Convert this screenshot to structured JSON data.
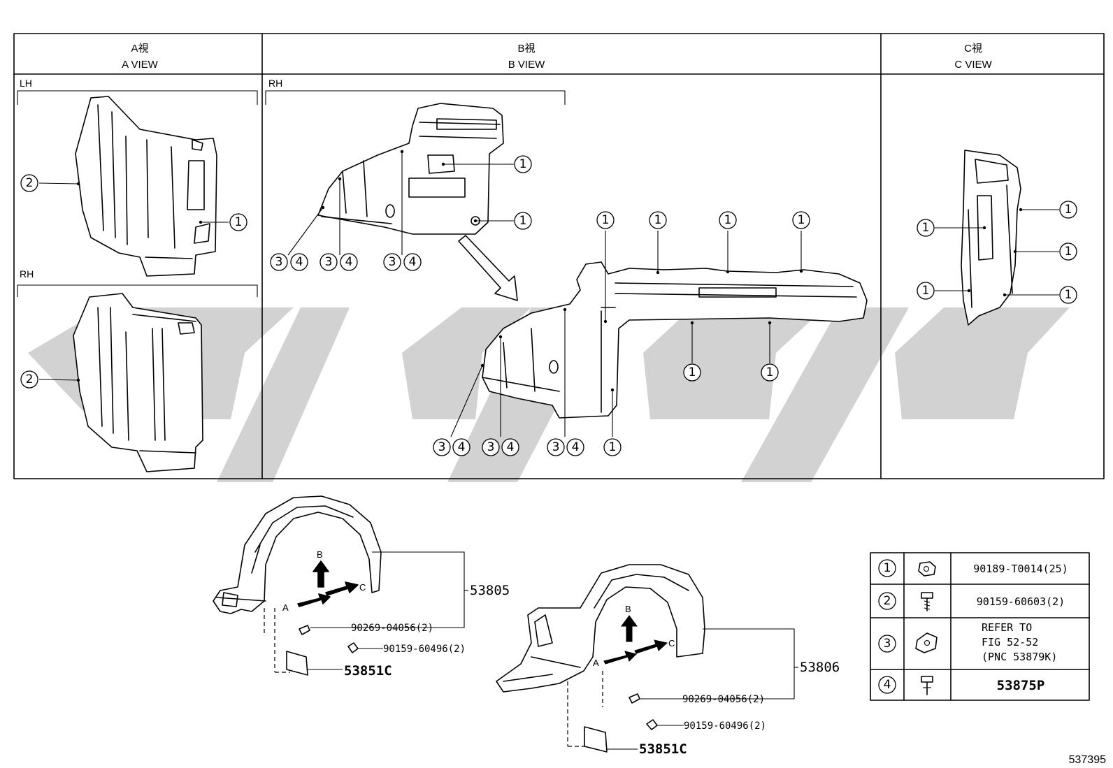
{
  "views": [
    {
      "title_jp": "A視",
      "title_en": "A VIEW"
    },
    {
      "title_jp": "B視",
      "title_en": "B VIEW"
    },
    {
      "title_jp": "C視",
      "title_en": "C VIEW"
    }
  ],
  "side_labels": {
    "lh": "LH",
    "rh_a": "RH",
    "rh_b": "RH"
  },
  "callout_numbers": {
    "c1": "1",
    "c2": "2",
    "c3": "3",
    "c4": "4"
  },
  "part_labels": {
    "fender_liner_lh": "53805",
    "fender_liner_rh": "53806",
    "clip_lh": "90269-04056(2)",
    "screw_lh": "90159-60496(2)",
    "plate_lh": "53851C",
    "clip_rh": "90269-04056(2)",
    "screw_rh": "90159-60496(2)",
    "plate_rh": "53851C"
  },
  "arrow_letters": {
    "a": "A",
    "b": "B",
    "c": "C"
  },
  "legend": [
    {
      "no": "1",
      "part": "90189-T0014(25)"
    },
    {
      "no": "2",
      "part": "90159-60603(2)"
    },
    {
      "no": "3",
      "part_lines": [
        "REFER TO",
        "FIG 52-52",
        "(PNC 53879K)"
      ]
    },
    {
      "no": "4",
      "part": "53875P"
    }
  ],
  "figure_number": "537395"
}
